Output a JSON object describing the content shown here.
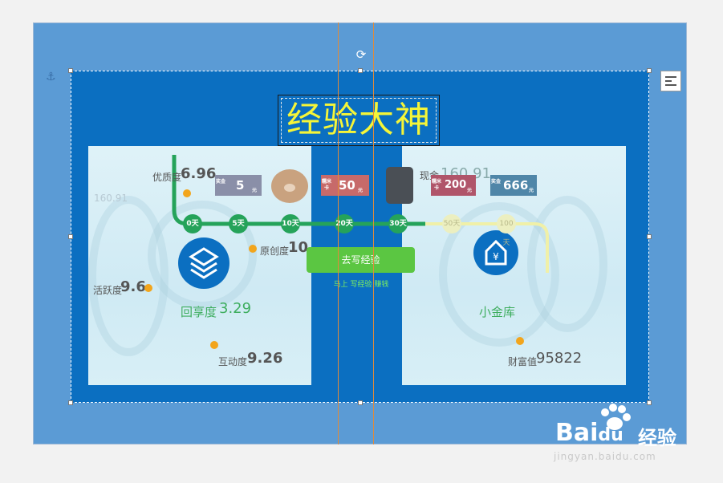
{
  "slide": {
    "title": "经验大神",
    "write_button": "去写经验",
    "note": "马上 写经验 赚钱"
  },
  "left_panel": {
    "stats": [
      {
        "label": "优质度",
        "value": "6.96"
      },
      {
        "label": "原创度",
        "value": "10"
      },
      {
        "label": "活跃度",
        "value": "9.6"
      },
      {
        "label": "互动度",
        "value": "9.26"
      }
    ],
    "center_label": "回享度",
    "center_value": "3.29",
    "faded_value": "160.91"
  },
  "right_panel": {
    "cash_label": "现金",
    "cash_value": "160.91",
    "center_label": "小金库",
    "wealth_label": "财富值",
    "wealth_value": "95822"
  },
  "timeline": {
    "steps_active": [
      "0天",
      "5天",
      "10天",
      "20天",
      "30天"
    ],
    "steps_future": [
      "50天",
      "100天"
    ]
  },
  "coupons": [
    {
      "tag": "奖金",
      "amount": "5",
      "unit": "元",
      "color": "#8a8fa8"
    },
    {
      "tag": "糯米卡",
      "amount": "50",
      "unit": "元",
      "color": "#c76a6a"
    },
    {
      "tag": "糯米卡",
      "amount": "200",
      "unit": "元",
      "color": "#b0556a"
    },
    {
      "tag": "奖金",
      "amount": "666",
      "unit": "元",
      "color": "#4f86a8"
    }
  ],
  "watermark": {
    "brand": "Bai",
    "brand2": "du",
    "cn": "经验",
    "url": "jingyan.baidu.com"
  },
  "colors": {
    "canvas": "#5b9bd5",
    "slide": "#0b6fc1",
    "title": "#f5f538",
    "accent_green": "#25a35a",
    "button": "#5bc642",
    "guide": "#e08a3a"
  }
}
